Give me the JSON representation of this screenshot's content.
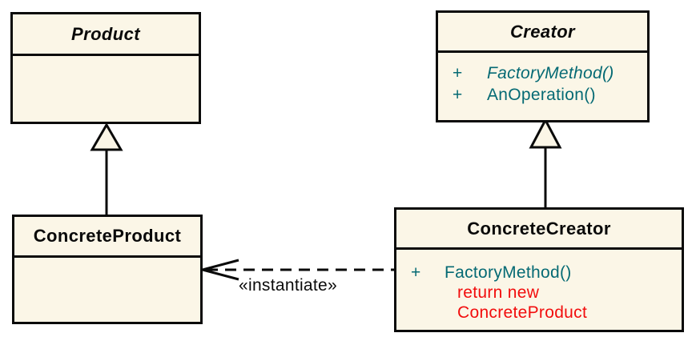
{
  "colors": {
    "page_bg": "#FFFFFF",
    "box_fill": "#FBF6E7",
    "line": "#0A0A0A",
    "title_text": "#0A0A0A",
    "method_teal": "#056A74",
    "code_red": "#F20D0D",
    "label_text": "#0A0A0A"
  },
  "classes": {
    "product": {
      "name": "Product",
      "abstract": true
    },
    "creator": {
      "name": "Creator",
      "abstract": true,
      "methods": [
        {
          "visibility": "+",
          "name": "FactoryMethod()",
          "italic": true
        },
        {
          "visibility": "+",
          "name": "AnOperation()",
          "italic": false
        }
      ]
    },
    "concrete_product": {
      "name": "ConcreteProduct",
      "abstract": false
    },
    "concrete_creator": {
      "name": "ConcreteCreator",
      "abstract": false,
      "methods": [
        {
          "visibility": "+",
          "name": "FactoryMethod()",
          "italic": false
        }
      ],
      "code_lines": [
        "return new",
        "ConcreteProduct"
      ]
    }
  },
  "relations": {
    "instantiate": {
      "label": "«instantiate»",
      "type": "dashed-dependency"
    },
    "product_generalization": {
      "type": "generalization"
    },
    "creator_generalization": {
      "type": "generalization"
    }
  }
}
